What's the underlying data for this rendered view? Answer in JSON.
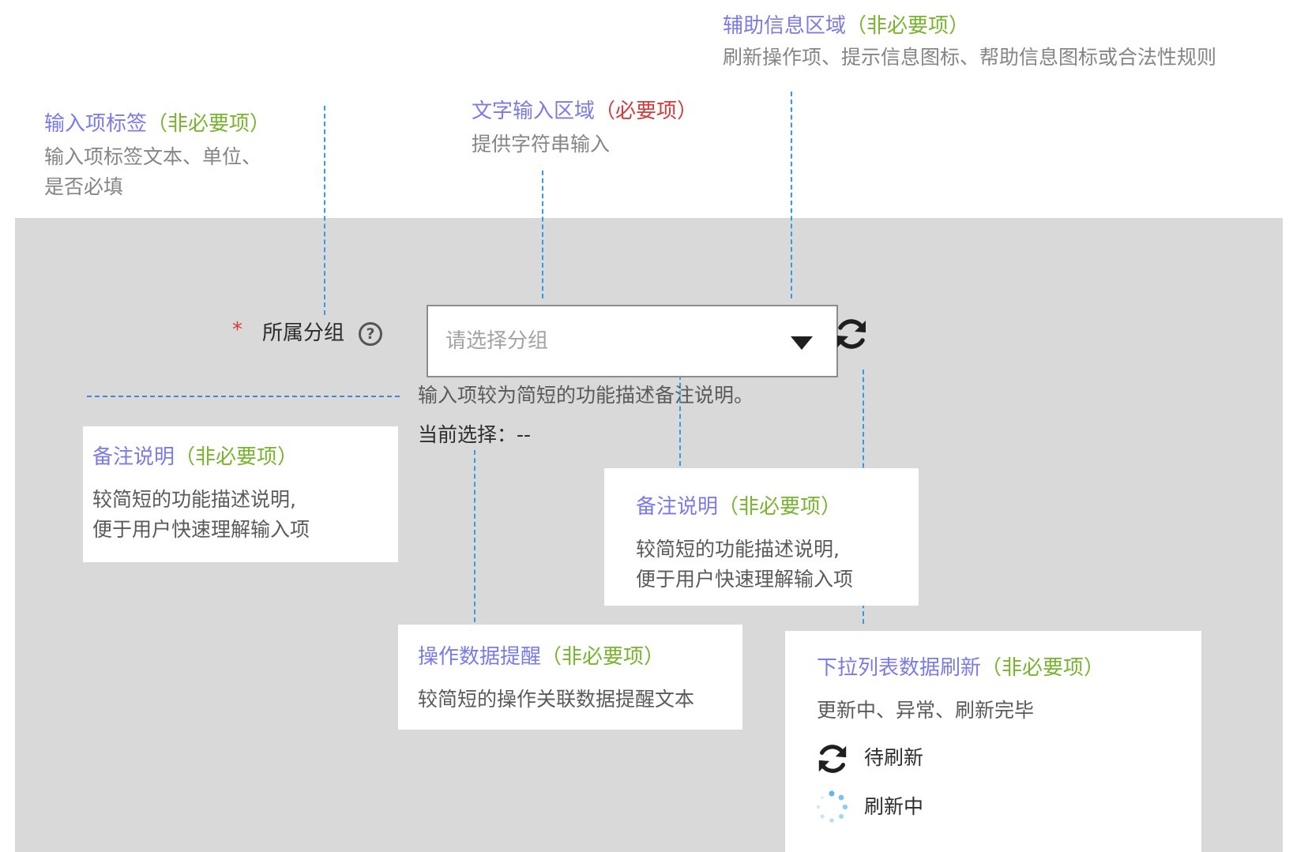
{
  "annotations": {
    "aux_area": {
      "title": "辅助信息区域",
      "tag": "（非必要项）",
      "desc": "刷新操作项、提示信息图标、帮助信息图标或合法性规则"
    },
    "label_area": {
      "title": "输入项标签",
      "tag": "（非必要项）",
      "desc_line1": "输入项标签文本、单位、",
      "desc_line2": "是否必填"
    },
    "text_input_area": {
      "title": "文字输入区域",
      "tag": "（必要项）",
      "desc": "提供字符串输入"
    },
    "remark_left": {
      "title": "备注说明",
      "tag": "（非必要项）",
      "desc_line1": "较简短的功能描述说明,",
      "desc_line2": "便于用户快速理解输入项"
    },
    "remark_right": {
      "title": "备注说明",
      "tag": "（非必要项）",
      "desc_line1": "较简短的功能描述说明,",
      "desc_line2": "便于用户快速理解输入项"
    },
    "data_hint": {
      "title": "操作数据提醒",
      "tag": "（非必要项）",
      "desc": "较简短的操作关联数据提醒文本"
    },
    "refresh_states": {
      "title": "下拉列表数据刷新",
      "tag": "（非必要项）",
      "desc": "更新中、异常、刷新完毕",
      "state_idle_label": "待刷新",
      "state_loading_label": "刷新中"
    }
  },
  "form": {
    "required_mark": "*",
    "label": "所属分组",
    "help_glyph": "?",
    "select_placeholder": "请选择分组",
    "remark": "输入项较为简短的功能描述备注说明。",
    "current_selection": "当前选择：--"
  },
  "icons": {
    "help": "question-circle-icon",
    "dropdown": "caret-down-icon",
    "refresh": "refresh-icon",
    "loading": "loading-spinner-icon"
  },
  "colors": {
    "title_purple": "#7b7be8",
    "tag_green": "#77b52e",
    "tag_red": "#d63a3a",
    "dashed_line_blue": "#2f9ee6",
    "background_gray": "#d9d9d9"
  }
}
